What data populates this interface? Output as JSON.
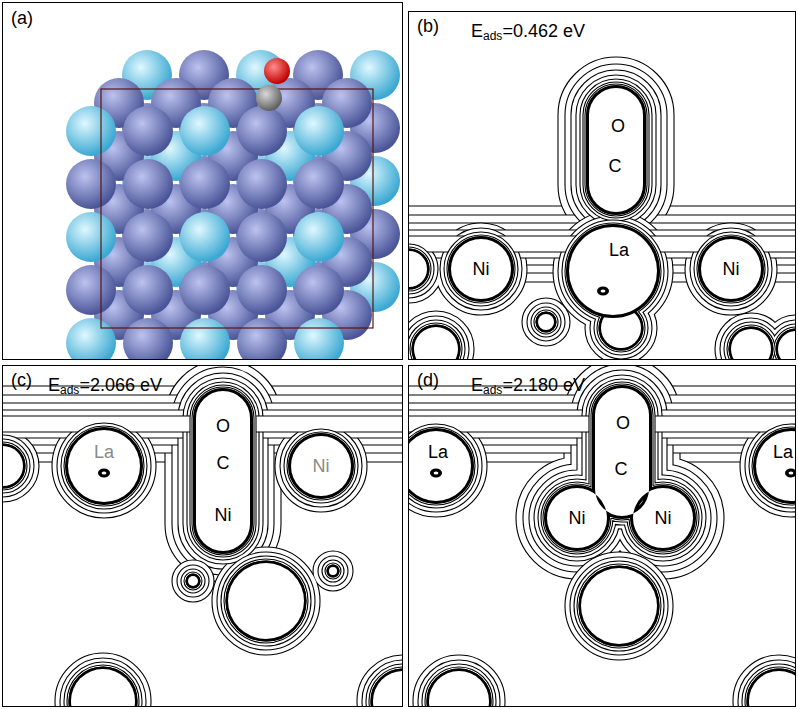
{
  "diagram": {
    "nodes": [
      {
        "text": [
          "(a)"
        ]
      },
      {
        "text": [
          "(b)",
          "Eads=0.462 eV"
        ]
      },
      {
        "text": [
          "O",
          "C"
        ],
        "in": 1
      },
      {
        "text": [
          "La"
        ],
        "in": 1
      },
      {
        "text": [
          "Ni"
        ],
        "in": 1
      },
      {
        "text": [
          "Ni"
        ],
        "in": 1
      },
      {
        "text": [
          "(c)",
          "Eads=2.066 eV"
        ]
      },
      {
        "text": [
          "La"
        ],
        "in": 6
      },
      {
        "text": [
          "O",
          "C",
          "Ni"
        ],
        "in": 6
      },
      {
        "text": [
          "Ni"
        ],
        "in": 6
      },
      {
        "text": [
          "(d)",
          "Eads=2.180 eV"
        ]
      },
      {
        "text": [
          "La"
        ],
        "in": 10
      },
      {
        "text": [
          "O",
          "C",
          "Ni",
          "Ni"
        ],
        "in": 10
      },
      {
        "text": [
          "La"
        ],
        "in": 10
      }
    ]
  }
}
